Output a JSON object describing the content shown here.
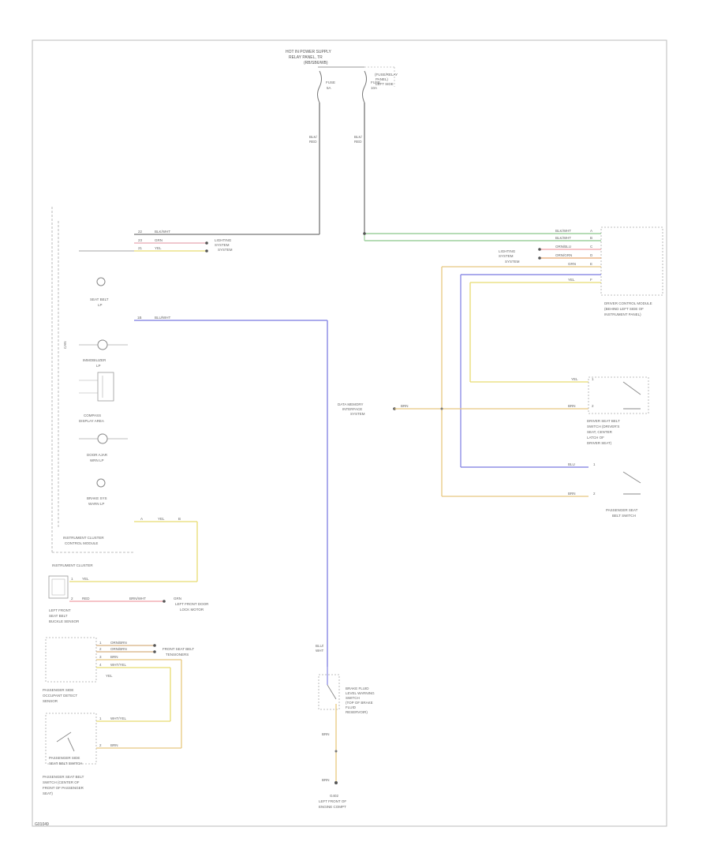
{
  "top": {
    "power_supply": [
      "HOT IN POWER SUPPLY",
      "RELAY PANEL, TR",
      "(RB/SB6/WB)"
    ],
    "fuse_a": [
      "FUSE",
      "5A"
    ],
    "fuse_b": [
      "FUSE",
      "10A",
      "(FUSE/RELAY",
      "PANEL)",
      "LEFT SIDE"
    ],
    "wire_a": [
      "BLK/",
      "RED"
    ],
    "wire_b": [
      "BLK/",
      "RED"
    ]
  },
  "left_panel": {
    "conn_rows": [
      {
        "pin": "22",
        "color": "BLK/WHT"
      },
      {
        "pin": "23",
        "color": "GRN"
      },
      {
        "pin": "21",
        "color": "YEL"
      }
    ],
    "lighting_ref": [
      "LIGHTING",
      "SYSTEM",
      "SYSTEM"
    ],
    "blue_wire": {
      "pin": "1B",
      "color": "BLU/WHT"
    },
    "indicators": [
      {
        "name": "seat-belt-lamp",
        "label": [
          "SEAT BELT",
          "LP"
        ]
      },
      {
        "name": "immobilizer-lamp",
        "label": [
          "IMMOBILIZER",
          "LP"
        ]
      },
      {
        "name": "display-unit",
        "label": [
          "COMPASS",
          "DISPLAY AREA"
        ]
      },
      {
        "name": "door-ajar-lamp",
        "label": [
          "DOOR AJAR",
          "WRN LP"
        ]
      },
      {
        "name": "brake-lamp",
        "label": [
          "BRAKE SYS",
          "WARN LP"
        ]
      }
    ],
    "can_tag": "CAN",
    "module_label": [
      "INSTRUMENT CLUSTER",
      "CONTROL MODULE"
    ],
    "cluster_label": "INSTRUMENT CLUSTER",
    "yel_jumper": {
      "pin_a": "A",
      "color": "YEL",
      "pin_b": "B"
    }
  },
  "right_panel": {
    "module_rows": [
      {
        "pin": "A",
        "color": "BLK/WHT"
      },
      {
        "pin": "B",
        "color": "BLK/WHT"
      },
      {
        "pin": "C",
        "color": "ORN/BLU"
      },
      {
        "pin": "D",
        "color": "ORN/GRN"
      },
      {
        "pin": "E",
        "color": "GRN"
      },
      {
        "pin": "F",
        "color": "YEL"
      }
    ],
    "ref_label": [
      "LIGHTING",
      "SYSTEM",
      "SYSTEM"
    ],
    "module_label": [
      "DRIVER CONTROL MODULE",
      "(BEHIND LEFT SIDE OF",
      "INSTRUMENT PANEL)"
    ],
    "data_link": [
      "DATA MEMORY",
      "INTERFACE",
      "SYSTEM"
    ],
    "data_wire": "BRN",
    "seat_switch_rows": [
      {
        "color": "YEL",
        "pin": "1"
      },
      {
        "color": "BRN",
        "pin": "2"
      }
    ],
    "seat_switch_label": [
      "DRIVER SEAT BELT",
      "SWITCH (DRIVER'S",
      "SEAT, CENTER",
      "LATCH OF",
      "DRIVER SEAT)"
    ],
    "pass_switch_rows": [
      {
        "color": "BLU",
        "pin": "1"
      },
      {
        "color": "BRN",
        "pin": "2"
      }
    ],
    "pass_switch_label": [
      "PASSENGER SEAT",
      "BELT SWITCH"
    ]
  },
  "lower_left": {
    "sensor1_label": [
      "LEFT FRONT",
      "SEAT BELT",
      "BUCKLE SENSOR"
    ],
    "sensor1_rows": [
      {
        "pin": "1",
        "color": "YEL"
      },
      {
        "pin": "2",
        "color": "RED"
      }
    ],
    "sensor1_ref": "BRN/WHT",
    "sensor1_dest": [
      "GRN",
      "LEFT FRONT DOOR",
      "LOCK MOTOR"
    ],
    "sensor2_rows": [
      {
        "pin": "1",
        "color": "ORN/BRN"
      },
      {
        "pin": "2",
        "color": "ORN/BRN"
      },
      {
        "pin": "3",
        "color": "BRN"
      },
      {
        "pin": "4",
        "color": "WHT/YEL"
      }
    ],
    "sensor2_ref": [
      "FRONT SEAT BELT",
      "TENSIONERS"
    ],
    "sensor2_extra": "YEL",
    "sensor2_label": [
      "PASSENGER SIDE",
      "OCCUPANT DETECT",
      "SENSOR"
    ],
    "switch3_rows": [
      {
        "pin": "1",
        "color": "WHT/YEL"
      },
      {
        "pin": "2",
        "color": "BRN"
      }
    ],
    "switch3_label": [
      "PASSENGER SIDE",
      "SEAT BELT SWITCH"
    ],
    "switch3_label2": [
      "PASSENGER SEAT BELT",
      "SWITCH (CENTER OF",
      "FRONT OF PASSENGER",
      "SEAT)"
    ]
  },
  "bottom_center": {
    "wire": [
      "BLU/",
      "WHT"
    ],
    "switch_label": [
      "BRAKE FLUID",
      "LEVEL WARNING",
      "SWITCH",
      "(TOP OF BRAKE",
      "FLUID",
      "RESERVOIR)"
    ],
    "wire2": "BRN",
    "wire3": "BRN",
    "ground_label": [
      "G402",
      "LEFT FRONT OF",
      "ENGINE COMPT"
    ]
  },
  "footer": "G01049"
}
